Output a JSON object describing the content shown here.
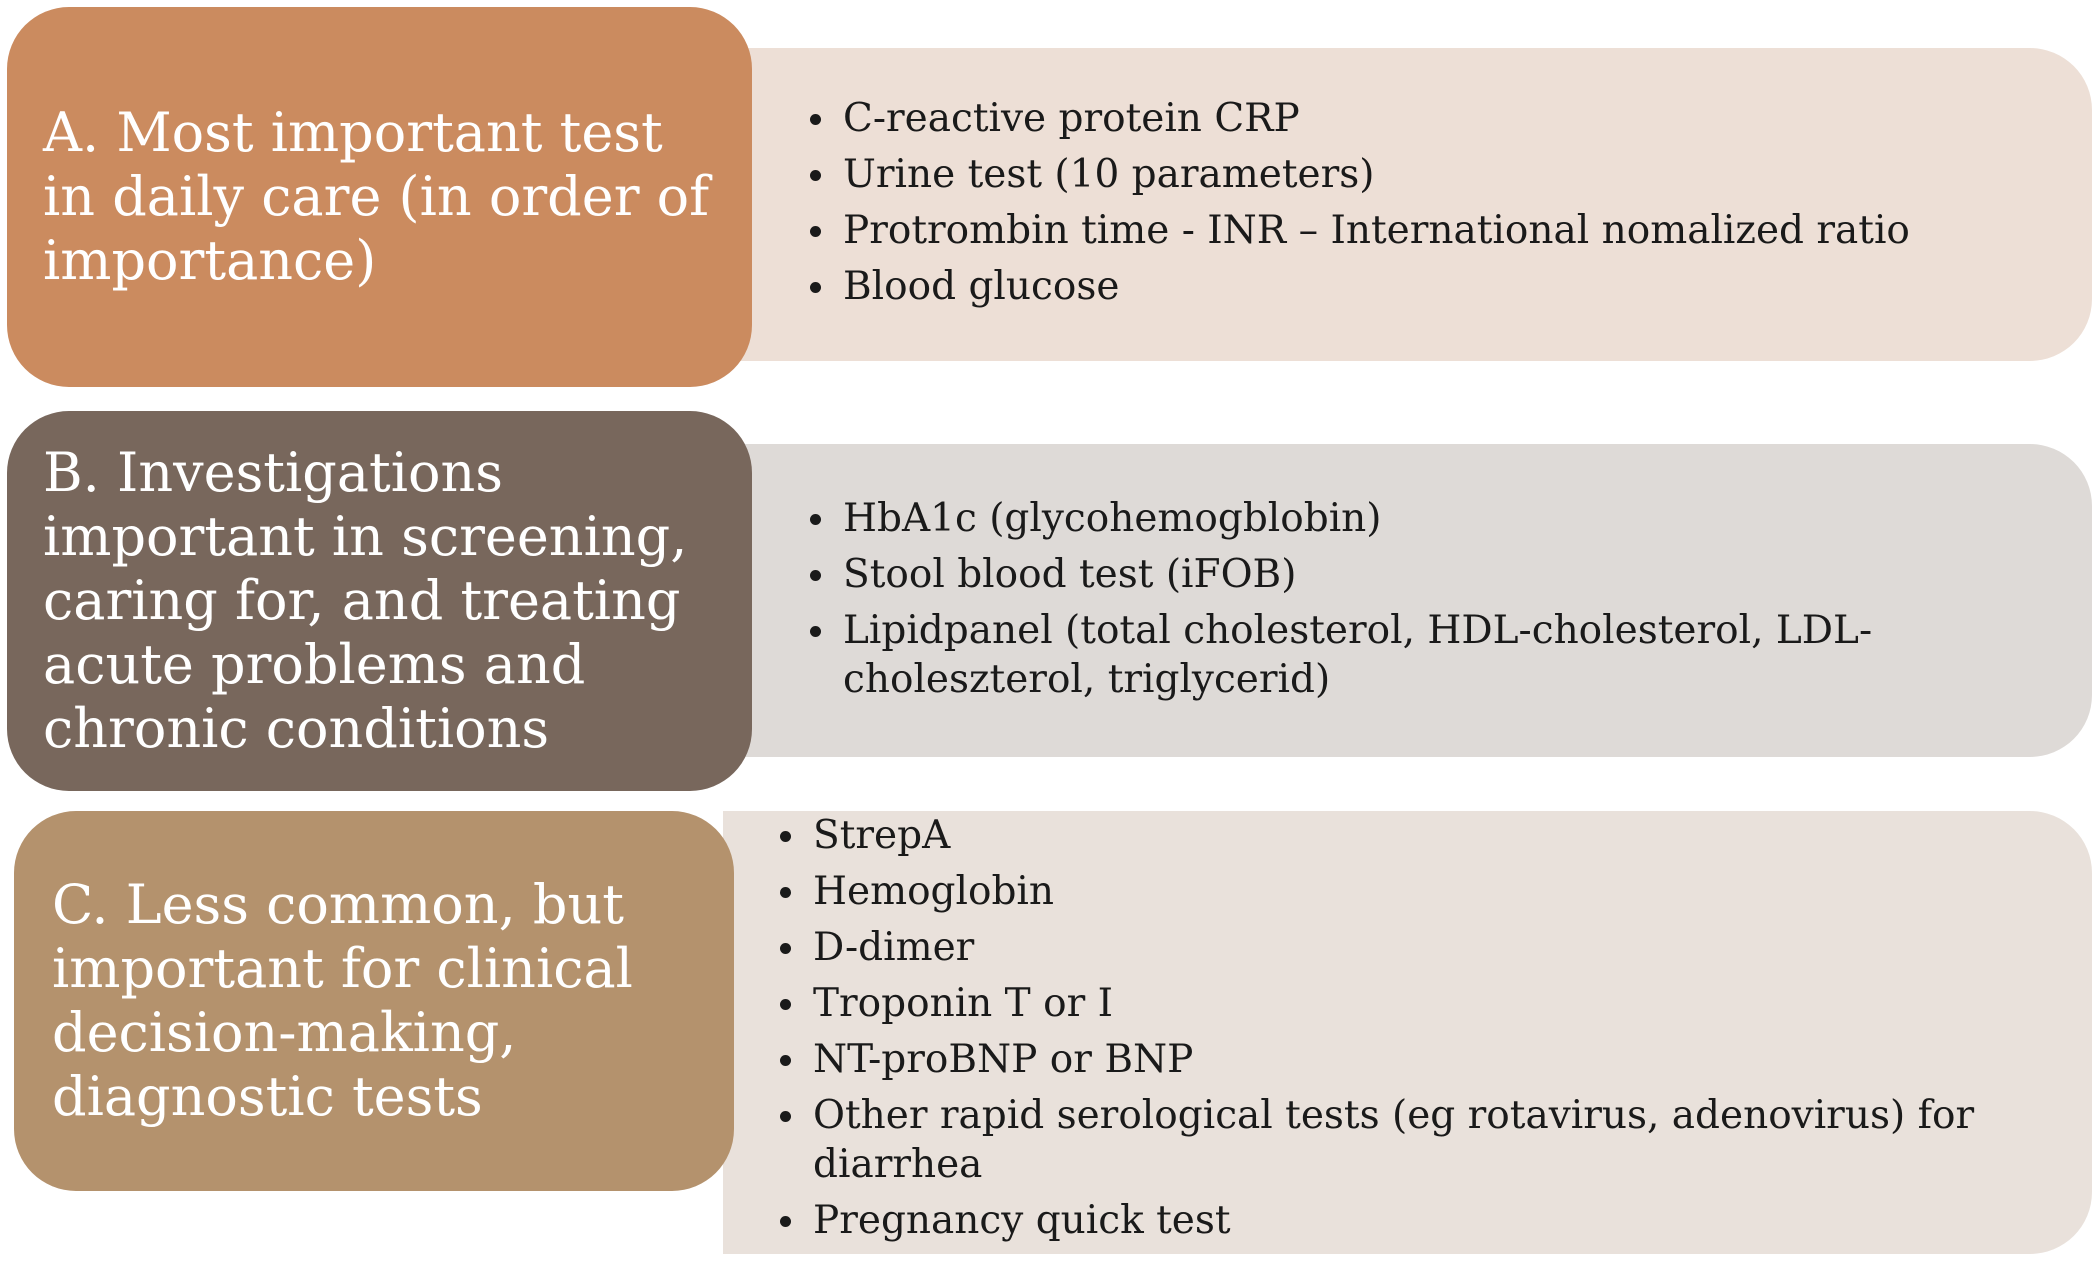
{
  "sections": [
    {
      "label": "A. Most important test in daily care (in order of importance)",
      "label_color": "#CB8B5F",
      "panel_color": "#EDDFD6",
      "items": [
        "C-reactive protein CRP",
        "Urine test (10 parameters)",
        "Protrombin time - INR – International nomalized ratio",
        "Blood glucose"
      ]
    },
    {
      "label": "B. Investigations important in screening, caring for, and treating acute problems and chronic conditions",
      "label_color": "#78675C",
      "panel_color": "#DEDAD7",
      "items": [
        "HbA1c (glycohemogblobin)",
        "Stool blood test (iFOB)",
        "Lipidpanel (total cholesterol, HDL-cholesterol,  LDL-cholesz­terol, triglycerid)"
      ]
    },
    {
      "label": "C. Less common, but important for clinical decision-making, diagnostic tests",
      "label_color": "#B4926D",
      "panel_color": "#E9E1DB",
      "items": [
        "StrepA",
        "Hemoglobin",
        "D-dimer",
        "Troponin T or I",
        "NT-proBNP or BNP",
        "Other rapid serological tests (eg rotavirus, adenovirus) for diarrhea",
        "Pregnancy quick test"
      ]
    }
  ]
}
